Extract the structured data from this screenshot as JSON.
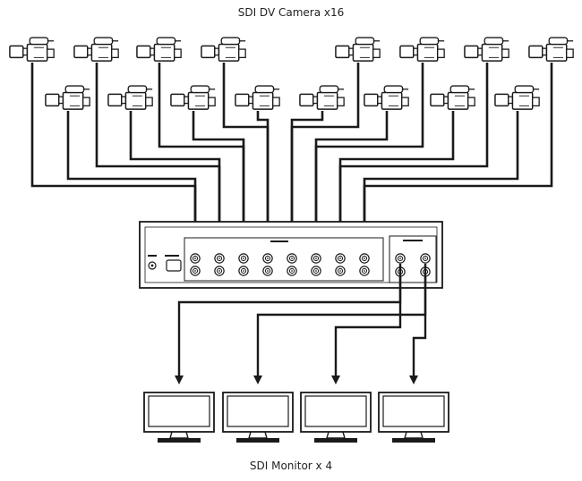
{
  "diagram": {
    "top_caption": "SDI DV Camera x16",
    "bottom_caption": "SDI Monitor x 4",
    "camera_count": 16,
    "input_count": 16,
    "output_count": 4,
    "monitor_count": 4,
    "colors": {
      "line": "#1a1a1a",
      "device_fill": "#ffffff",
      "device_stroke": "#1a1a1a"
    }
  }
}
